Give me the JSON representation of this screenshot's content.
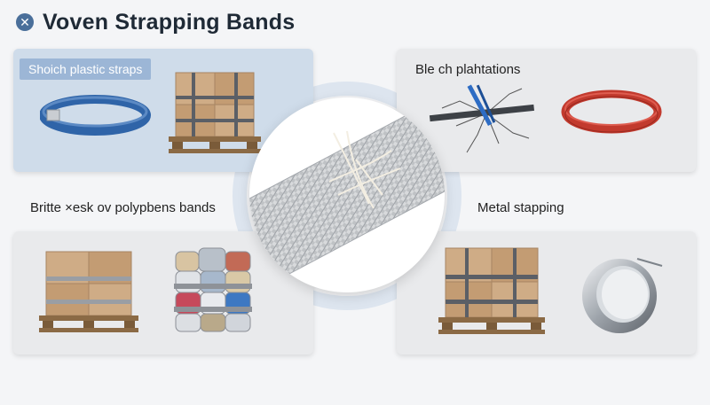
{
  "header": {
    "title": "Voven Strapping Bands",
    "icon": "close-icon"
  },
  "panels": {
    "top_left": {
      "label": "Shoich plastic straps"
    },
    "top_right": {
      "label": "Ble ch plahtations"
    },
    "bottom_left": {
      "label": "Britte ×esk ov polypbens bands"
    },
    "bottom_right": {
      "label": "Metal stapping"
    }
  },
  "colors": {
    "accent": "#4a6f9a",
    "label_bg": "#9cb6d6",
    "panel_highlight": "#cfdcea",
    "panel": "#e9eaec",
    "blue_strap": "#2f64a8",
    "red_strap": "#c23a2e"
  }
}
